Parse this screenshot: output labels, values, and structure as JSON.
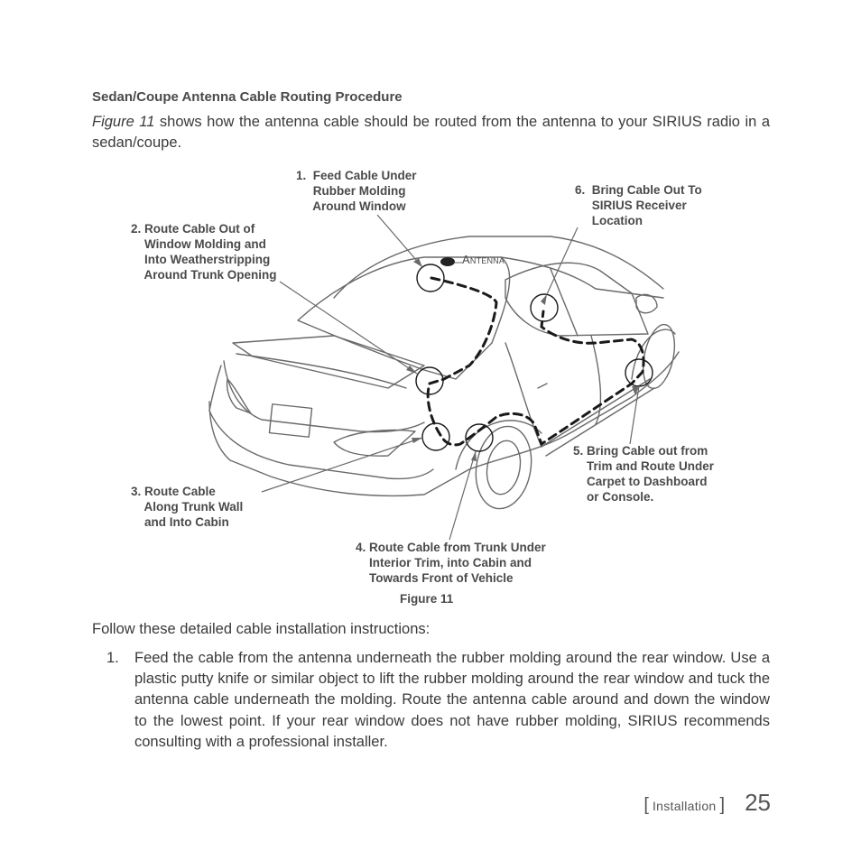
{
  "heading": "Sedan/Coupe Antenna Cable Routing Procedure",
  "intro": {
    "figure_ref": "Figure 11",
    "text": " shows how the antenna cable should be routed from the antenna to your SIRIUS radio in a sedan/coupe."
  },
  "figure": {
    "antenna_label": "Antenna",
    "callouts": {
      "c1": "1.  Feed Cable Under\n     Rubber Molding\n     Around Window",
      "c2": "2. Route Cable Out of\n    Window Molding and\n    Into Weatherstripping\n    Around Trunk Opening",
      "c3": "3. Route Cable\n    Along Trunk Wall\n    and Into Cabin",
      "c4": "4. Route Cable from Trunk Under\n    Interior Trim, into Cabin and\n    Towards Front of Vehicle",
      "c5": "5. Bring Cable out from\n    Trim and Route Under\n    Carpet to Dashboard\n    or Console.",
      "c6": "6.  Bring Cable Out To\n     SIRIUS Receiver\n     Location"
    },
    "caption": "Figure 11"
  },
  "follow": "Follow these detailed cable installation instructions:",
  "steps": [
    {
      "num": "1.",
      "text": "Feed the cable from the antenna underneath the rubber molding around the rear window. Use a plastic putty knife or similar object to lift the rubber molding around the rear window and tuck the antenna cable underneath the molding. Route the an­tenna cable around and down the window to the lowest point. If your rear window does not have rubber molding, SIRIUS recommends consulting with a professional installer."
    }
  ],
  "footer": {
    "open_bracket": "[",
    "section": "Installation",
    "close_bracket": "]",
    "page": "25"
  }
}
